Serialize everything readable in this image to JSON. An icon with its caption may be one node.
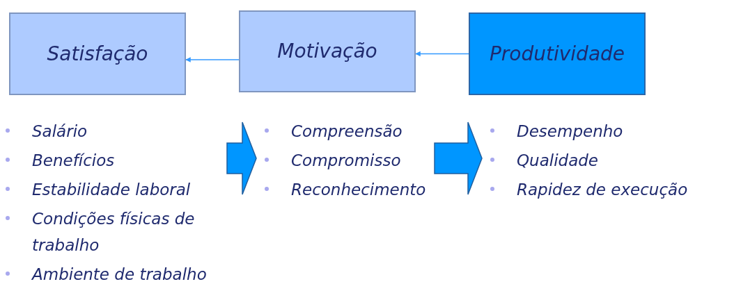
{
  "diagram": {
    "nodes": [
      {
        "text": [
          "Satisfação"
        ]
      },
      {
        "text": [
          "Motivação"
        ]
      },
      {
        "text": [
          "Produtividade"
        ]
      },
      {
        "text": [
          "Salário",
          "Benefícios",
          "Estabilidade laboral",
          "Condições físicas de trabalho",
          "Ambiente de trabalho"
        ]
      },
      {
        "text": [
          "Compreensão",
          "Compromisso",
          "Reconhecimento"
        ]
      },
      {
        "text": [
          "Desempenho",
          "Qualidade",
          "Rapidez de execução"
        ]
      }
    ],
    "edges": [
      {
        "from": 1,
        "to": 0,
        "arrow": "to",
        "color": "#3399ff"
      },
      {
        "from": 2,
        "to": 1,
        "arrow": "to",
        "color": "#3399ff"
      },
      {
        "from": 3,
        "to": 4,
        "arrow": "to",
        "style": "thick"
      },
      {
        "from": 4,
        "to": 5,
        "arrow": "to",
        "style": "thick"
      }
    ]
  }
}
